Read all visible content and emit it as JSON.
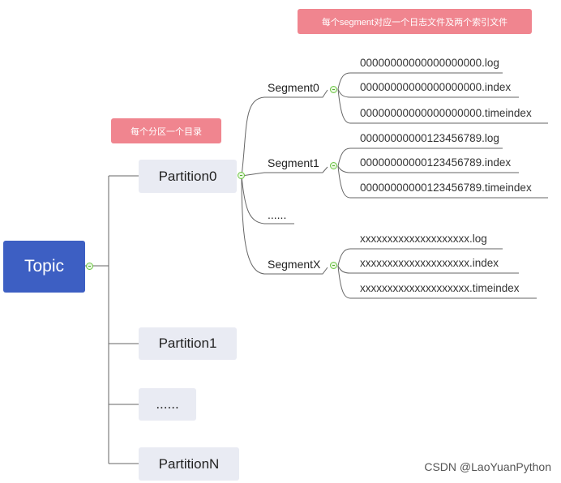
{
  "notes": {
    "segment_note": "每个segment对应一个日志文件及两个索引文件",
    "partition_note": "每个分区一个目录"
  },
  "topic": {
    "label": "Topic"
  },
  "partitions": [
    {
      "label": "Partition0"
    },
    {
      "label": "Partition1"
    },
    {
      "label": "......"
    },
    {
      "label": "PartitionN"
    }
  ],
  "segments": [
    {
      "label": "Segment0",
      "files": [
        "00000000000000000000.log",
        "00000000000000000000.index",
        "00000000000000000000.timeindex"
      ]
    },
    {
      "label": "Segment1",
      "files": [
        "00000000000123456789.log",
        "00000000000123456789.index",
        "00000000000123456789.timeindex"
      ]
    },
    {
      "label": "......",
      "files": []
    },
    {
      "label": "SegmentX",
      "files": [
        "xxxxxxxxxxxxxxxxxxxx.log",
        "xxxxxxxxxxxxxxxxxxxx.index",
        "xxxxxxxxxxxxxxxxxxxx.timeindex"
      ]
    }
  ],
  "footer": "CSDN @LaoYuanPython",
  "colors": {
    "topic": "#3d5fc3",
    "partition_bg": "#e9ebf3",
    "note_bg": "#f0858f",
    "line": "#666666",
    "toggle": "#6cc644"
  }
}
